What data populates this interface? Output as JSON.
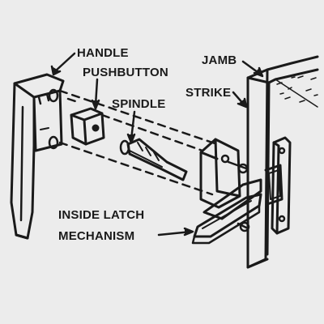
{
  "labels": {
    "handle": "HANDLE",
    "pushbutton": "PUSHBUTTON",
    "spindle": "SPINDLE",
    "jamb": "JAMB",
    "strike": "STRIKE",
    "inside_latch_line1": "INSIDE LATCH",
    "inside_latch_line2": "MECHANISM"
  },
  "colors": {
    "background": "#ececec",
    "ink": "#1a1a1a"
  }
}
